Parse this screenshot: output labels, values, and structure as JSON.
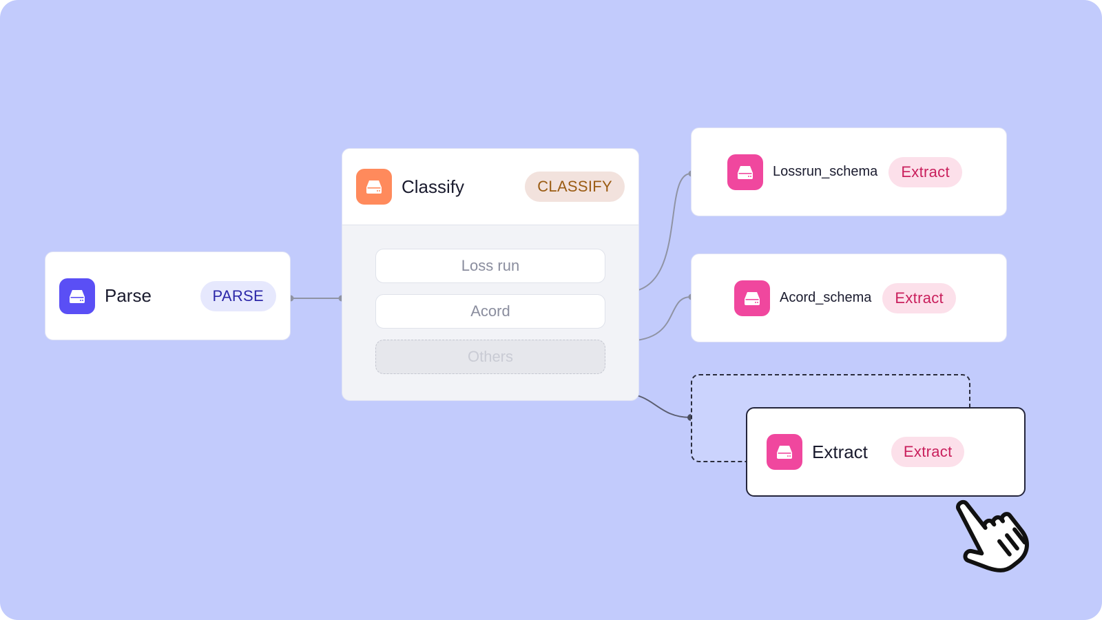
{
  "nodes": {
    "parse": {
      "title": "Parse",
      "badge": "PARSE"
    },
    "classify": {
      "title": "Classify",
      "badge": "CLASSIFY",
      "options": [
        "Loss run",
        "Acord"
      ],
      "fallback_option": "Others"
    },
    "extract_lossrun": {
      "title": "Lossrun_schema",
      "badge": "Extract"
    },
    "extract_acord": {
      "title": "Acord_schema",
      "badge": "Extract"
    },
    "extract_dragged": {
      "title": "Extract",
      "badge": "Extract"
    }
  },
  "icons": {
    "node_icon": "storage-drive-icon",
    "cursor": "hand-pointer-icon"
  },
  "colors": {
    "canvas": "#c2cbfc",
    "parse_accent": "#5a4ff5",
    "classify_accent": "#ff8a5c",
    "extract_accent": "#f0479e",
    "edge": "#8f93a3"
  }
}
